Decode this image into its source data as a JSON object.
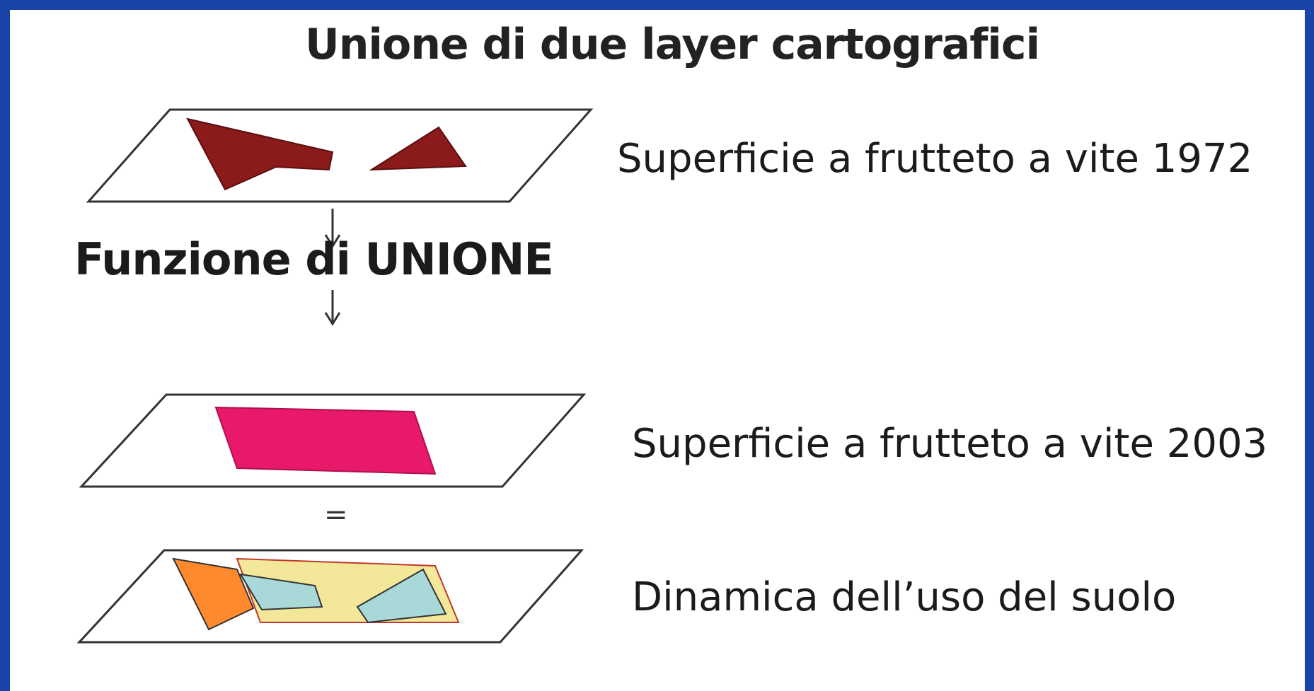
{
  "title": "Unione di due layer cartografici",
  "function_label": "Funzione di UNIONE",
  "equals_symbol": "=",
  "layers": [
    {
      "label": "Superficie a frutteto a vite 1972",
      "fill": "#8b1a1a"
    },
    {
      "label": "Superficie a frutteto a vite 2003",
      "fill": "#e8186a"
    },
    {
      "label": "Dinamica dell’uso del suolo",
      "fills": [
        "#ff8a2e",
        "#f3e89a",
        "#a9d8d8"
      ]
    }
  ],
  "colors": {
    "frame": "#1a44a8",
    "plane_stroke": "#333333",
    "text": "#1b1b1b"
  },
  "icons": [
    "arrow-down-icon",
    "arrow-down-icon"
  ]
}
